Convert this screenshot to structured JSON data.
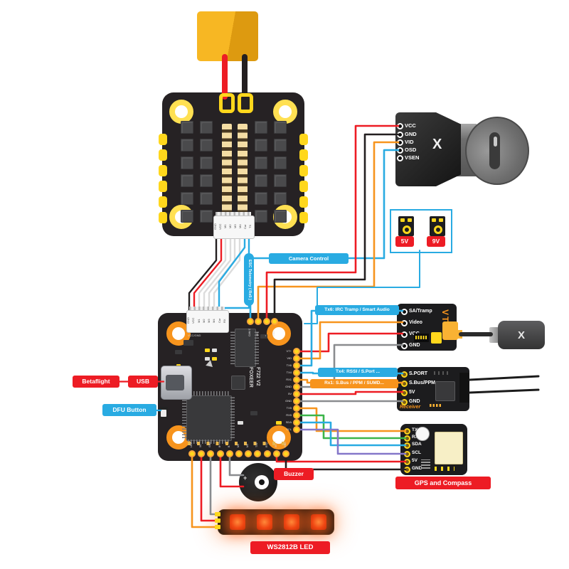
{
  "badges": {
    "betaflight": "Betaflight",
    "usb": "USB",
    "dfu_button": "DFU Button",
    "camera_control": "Camera Control",
    "esc_telemetry": "ESC Telemetry ( Rx5 )",
    "tx6": "Tx6: IRC Tramp / Smart Audio",
    "tx4": "Tx4: RSSI / S.Port ...",
    "rx1": "Rx1: S.Bus / PPM / SUMD...",
    "buzzer": "Buzzer",
    "gps_compass": "GPS and Compass",
    "ws2812b": "WS2812B LED",
    "pad_5v": "5V",
    "pad_9v": "9V"
  },
  "esc": {
    "connector_pins": [
      "GND",
      "VCC",
      "M1",
      "M2",
      "M3",
      "M4",
      "Cur",
      "TX"
    ]
  },
  "fc": {
    "brand": "FOXEER",
    "model": "F722 V2",
    "top_caption": "VCC/GND",
    "top_connector_pins": [
      "GND",
      "VCC",
      "M1",
      "M2",
      "M3",
      "M4",
      "Cur",
      "RX"
    ],
    "cam_pads": [
      "CAM C",
      "VID",
      "+",
      "GND"
    ],
    "right_pads": [
      "VT+",
      "VID",
      "TX6",
      "TX4",
      "RX1",
      "GND",
      "5V",
      "GND",
      "TX5",
      "RX5",
      "SDA",
      "SCL"
    ],
    "bottom_pads": [
      "LED",
      "5V",
      "GND",
      "B+",
      "B-",
      "M6",
      "M5",
      "TX2",
      "RX2",
      "5V",
      "GND"
    ]
  },
  "camera": {
    "logo": "X",
    "pins": [
      "VCC",
      "GND",
      "VID",
      "OSD",
      "VSEN"
    ]
  },
  "vtx": {
    "label": "VTX",
    "pins": [
      "SA/Tramp",
      "Video",
      "VCC",
      "GND"
    ]
  },
  "antenna": {
    "logo": "X"
  },
  "receiver": {
    "label": "Receiver",
    "pins": [
      "S.PORT",
      "S.Bus/PPM",
      "5V",
      "GND"
    ]
  },
  "gps": {
    "pins": [
      "TX",
      "RX",
      "SDA",
      "SCL",
      "5V",
      "GND"
    ]
  },
  "buzzer": {
    "polarity": "+"
  },
  "colors": {
    "wire_red": "#ed1c24",
    "wire_black": "#231f20",
    "wire_gray": "#8a8c8f",
    "wire_white": "#dcdcdc",
    "wire_orange": "#f7941d",
    "wire_blue": "#29abe2",
    "wire_green": "#3cb54a",
    "wire_purple": "#8577c9",
    "badge_red": "#ed1c24",
    "badge_blue": "#29abe2",
    "badge_orange": "#f7941d",
    "board_black": "#262224",
    "pad_yellow": "#ffd71c",
    "xt60_yellow": "#f7b723"
  }
}
